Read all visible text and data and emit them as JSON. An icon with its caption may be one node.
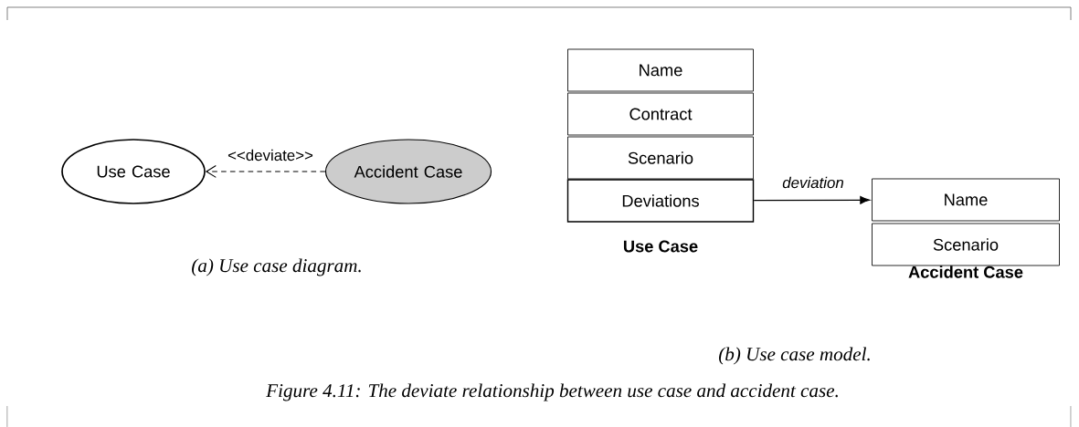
{
  "diagram": {
    "caption": "Figure 4.11: The deviate relationship between use case and accident case.",
    "nodes": [
      {
        "text": [
          "Use Case"
        ]
      },
      {
        "text": [
          "Accident Case"
        ]
      },
      {
        "text": [
          "Name"
        ]
      },
      {
        "text": [
          "Contract"
        ]
      },
      {
        "text": [
          "Scenario"
        ]
      },
      {
        "text": [
          "Deviations"
        ]
      },
      {
        "text": [
          "Name"
        ]
      },
      {
        "text": [
          "Scenario"
        ]
      }
    ],
    "edges": [
      {
        "from": 1,
        "to": 0,
        "arrow": "to",
        "style": "dashed",
        "label": "<<deviate>>"
      },
      {
        "from": 5,
        "to": 6,
        "arrow": "to",
        "label": "deviation"
      }
    ],
    "labels": [
      "Use Case",
      "(a) Use case diagram.",
      "Accident Case",
      "(b) Use case model."
    ]
  }
}
